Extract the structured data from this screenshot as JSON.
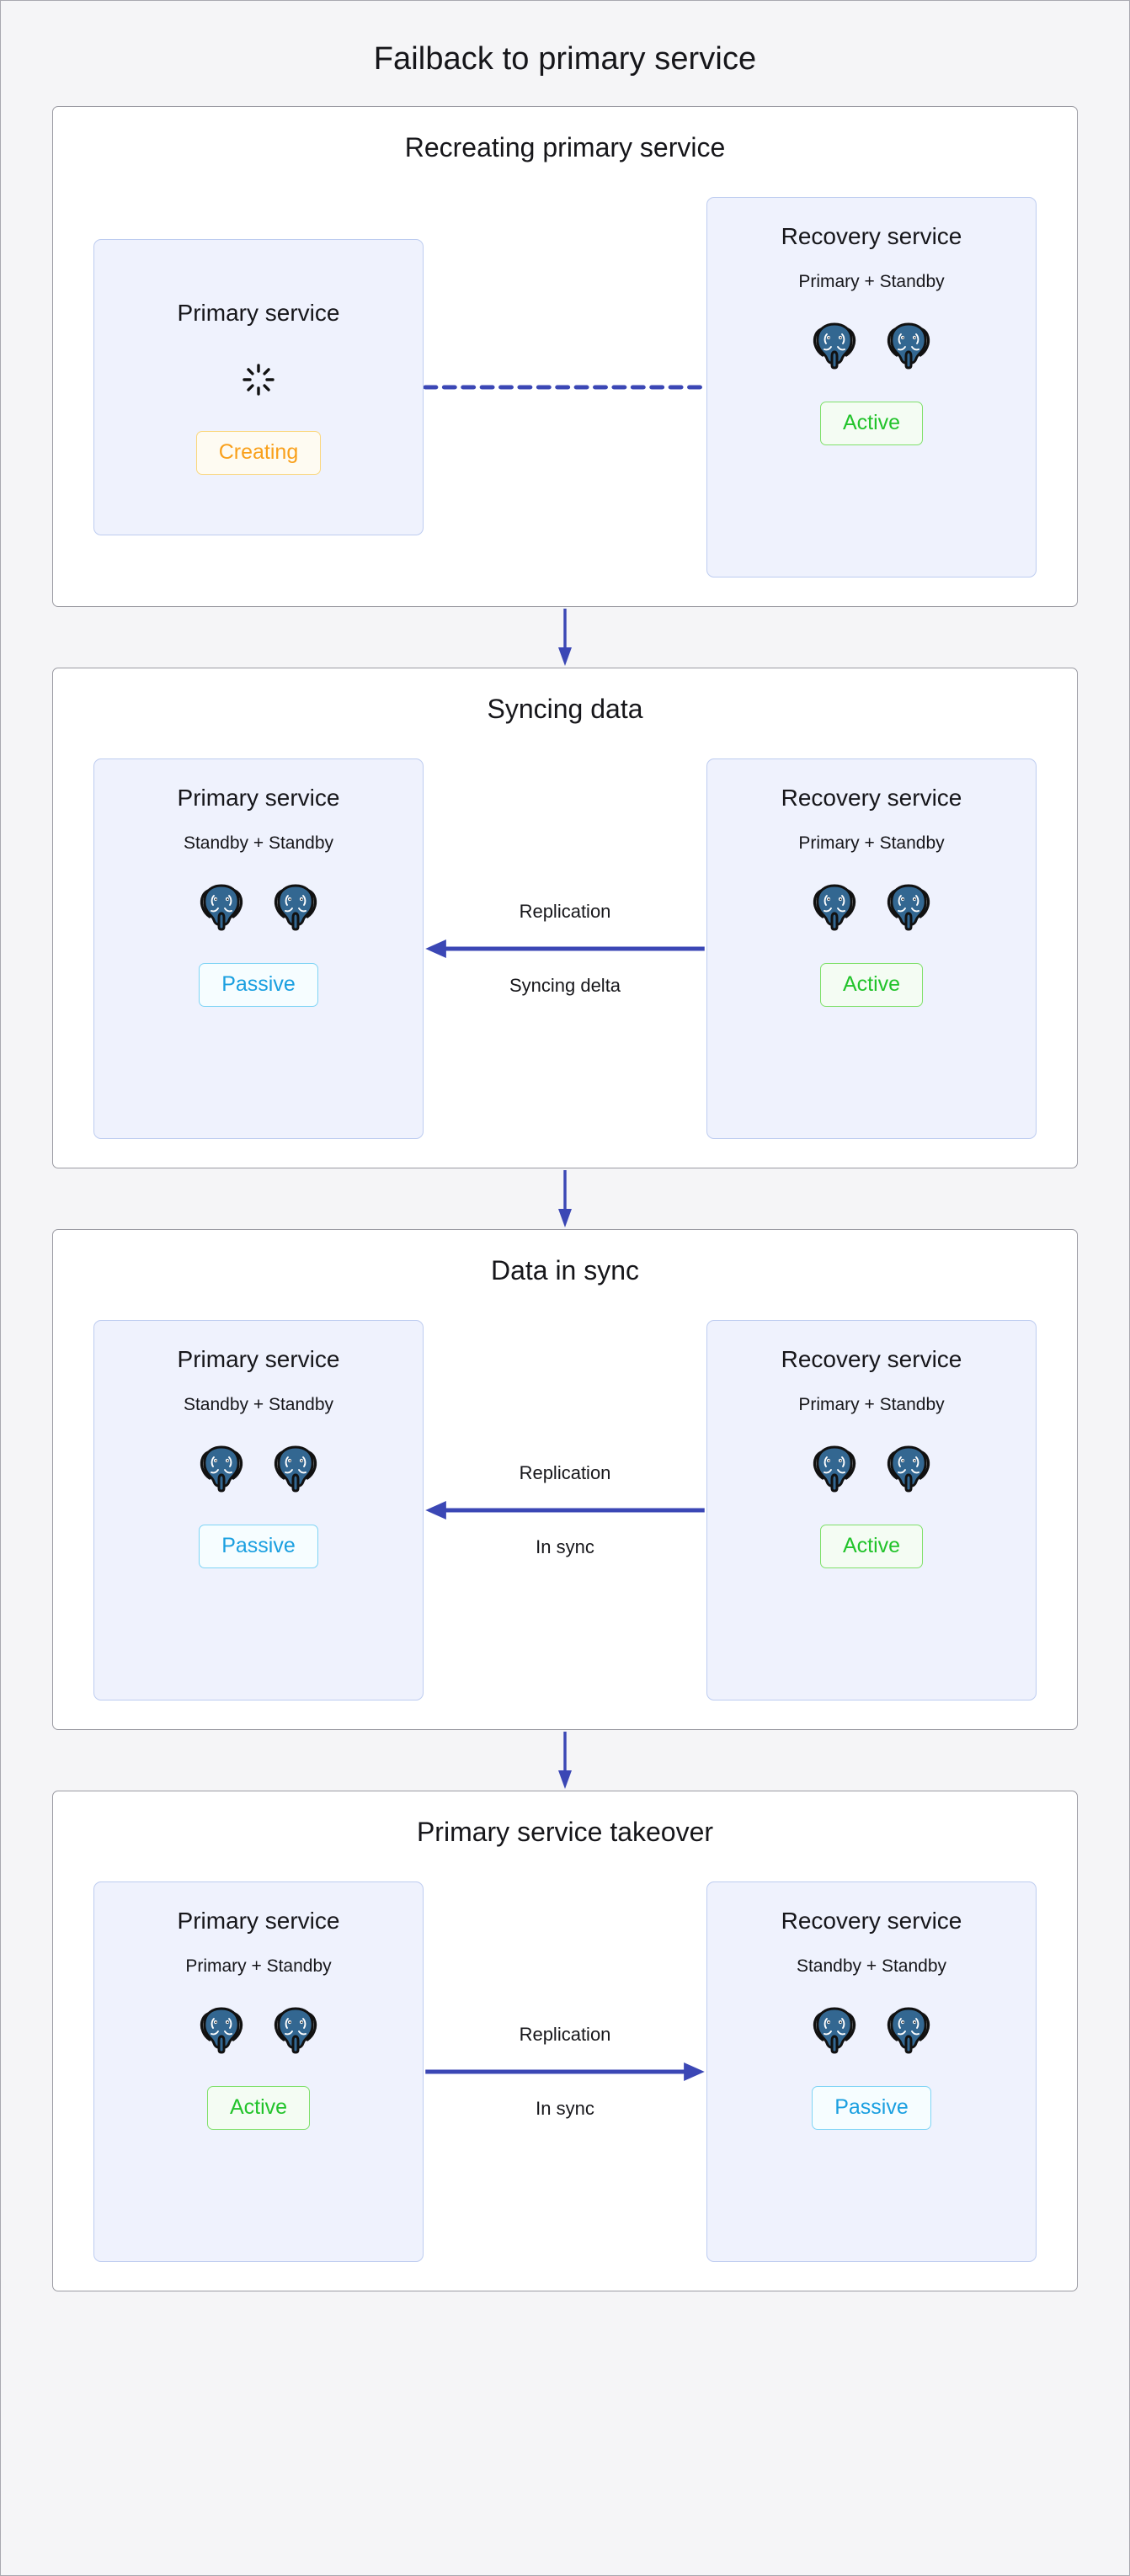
{
  "page": {
    "title": "Failback to primary service",
    "background_color": "#f5f5f7",
    "accent_color": "#3b47b5"
  },
  "status_colors": {
    "active": "#22c32b",
    "passive": "#1a9fe0",
    "creating": "#f9a01b"
  },
  "stages": [
    {
      "title": "Recreating primary service",
      "left": {
        "name": "Primary service",
        "subtitle": "",
        "nodes": 0,
        "icon": "spinner-icon",
        "status": "Creating",
        "status_kind": "creating"
      },
      "link": {
        "style": "dashed",
        "direction": "none",
        "label_top": "",
        "label_bottom": ""
      },
      "right": {
        "name": "Recovery service",
        "subtitle": "Primary + Standby",
        "nodes": 2,
        "icon": "postgres-elephant-icon",
        "status": "Active",
        "status_kind": "active"
      }
    },
    {
      "title": "Syncing data",
      "left": {
        "name": "Primary service",
        "subtitle": "Standby + Standby",
        "nodes": 2,
        "icon": "postgres-elephant-icon",
        "status": "Passive",
        "status_kind": "passive"
      },
      "link": {
        "style": "solid",
        "direction": "left",
        "label_top": "Replication",
        "label_bottom": "Syncing delta"
      },
      "right": {
        "name": "Recovery service",
        "subtitle": "Primary + Standby",
        "nodes": 2,
        "icon": "postgres-elephant-icon",
        "status": "Active",
        "status_kind": "active"
      }
    },
    {
      "title": "Data in sync",
      "left": {
        "name": "Primary service",
        "subtitle": "Standby + Standby",
        "nodes": 2,
        "icon": "postgres-elephant-icon",
        "status": "Passive",
        "status_kind": "passive"
      },
      "link": {
        "style": "solid",
        "direction": "left",
        "label_top": "Replication",
        "label_bottom": "In sync"
      },
      "right": {
        "name": "Recovery service",
        "subtitle": "Primary + Standby",
        "nodes": 2,
        "icon": "postgres-elephant-icon",
        "status": "Active",
        "status_kind": "active"
      }
    },
    {
      "title": "Primary service takeover",
      "left": {
        "name": "Primary service",
        "subtitle": "Primary + Standby",
        "nodes": 2,
        "icon": "postgres-elephant-icon",
        "status": "Active",
        "status_kind": "active"
      },
      "link": {
        "style": "solid",
        "direction": "right",
        "label_top": "Replication",
        "label_bottom": "In sync"
      },
      "right": {
        "name": "Recovery service",
        "subtitle": "Standby + Standby",
        "nodes": 2,
        "icon": "postgres-elephant-icon",
        "status": "Passive",
        "status_kind": "passive"
      }
    }
  ]
}
